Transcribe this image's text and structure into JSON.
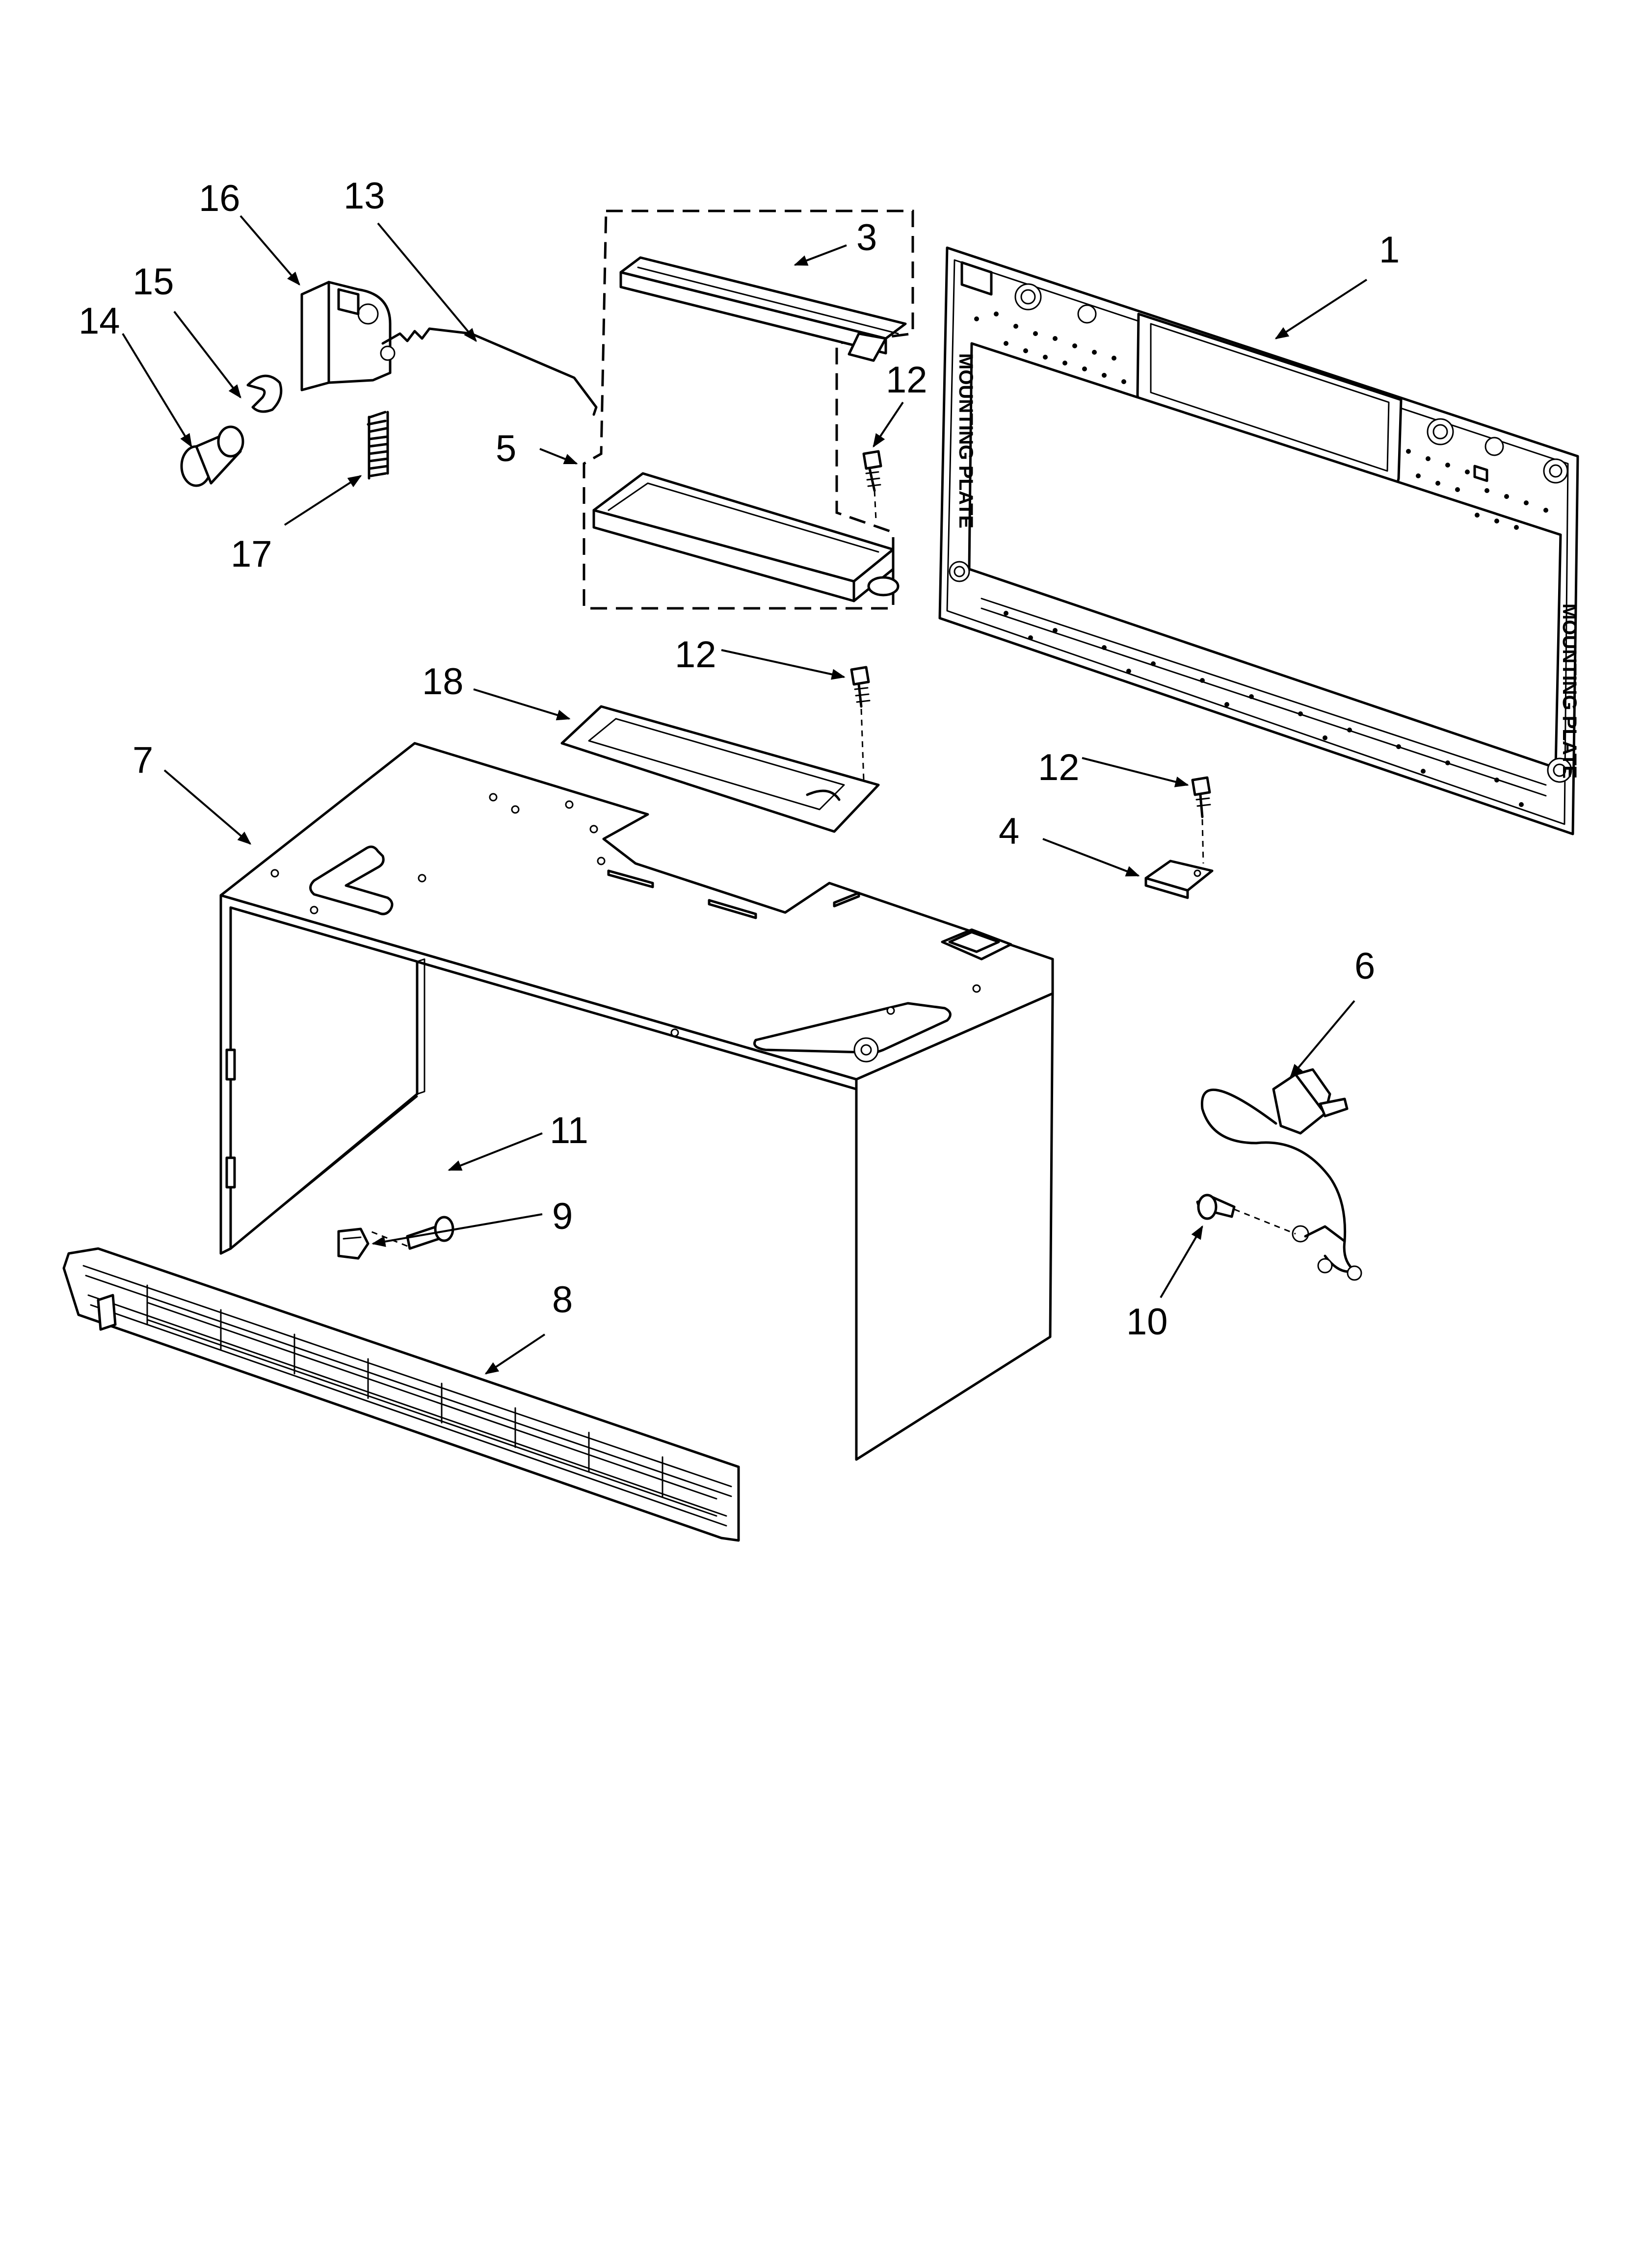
{
  "diagram": {
    "callouts": [
      {
        "id": "c1",
        "label": "1"
      },
      {
        "id": "c3",
        "label": "3"
      },
      {
        "id": "c4",
        "label": "4"
      },
      {
        "id": "c5",
        "label": "5"
      },
      {
        "id": "c6",
        "label": "6"
      },
      {
        "id": "c7",
        "label": "7"
      },
      {
        "id": "c8",
        "label": "8"
      },
      {
        "id": "c9",
        "label": "9"
      },
      {
        "id": "c10",
        "label": "10"
      },
      {
        "id": "c11",
        "label": "11"
      },
      {
        "id": "c12a",
        "label": "12"
      },
      {
        "id": "c12b",
        "label": "12"
      },
      {
        "id": "c12c",
        "label": "12"
      },
      {
        "id": "c13",
        "label": "13"
      },
      {
        "id": "c14",
        "label": "14"
      },
      {
        "id": "c15",
        "label": "15"
      },
      {
        "id": "c16",
        "label": "16"
      },
      {
        "id": "c17",
        "label": "17"
      },
      {
        "id": "c18",
        "label": "18"
      }
    ],
    "plate_text": [
      "MOUNTING PLATE",
      "MOUNTING PLATE"
    ]
  }
}
